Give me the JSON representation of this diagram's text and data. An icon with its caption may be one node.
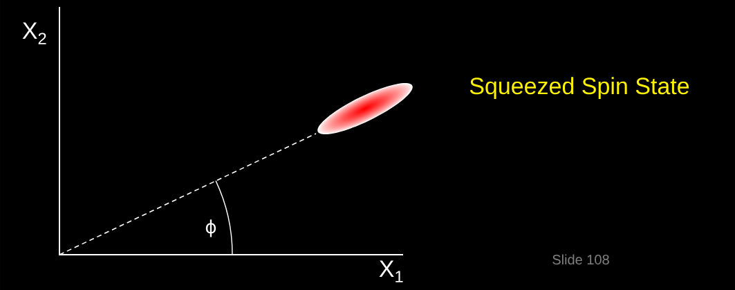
{
  "diagram": {
    "title": "Squeezed Spin State",
    "labels": [
      "X$_{2}$",
      "ϕ",
      "X$_{1}$",
      "Slide 108"
    ]
  }
}
